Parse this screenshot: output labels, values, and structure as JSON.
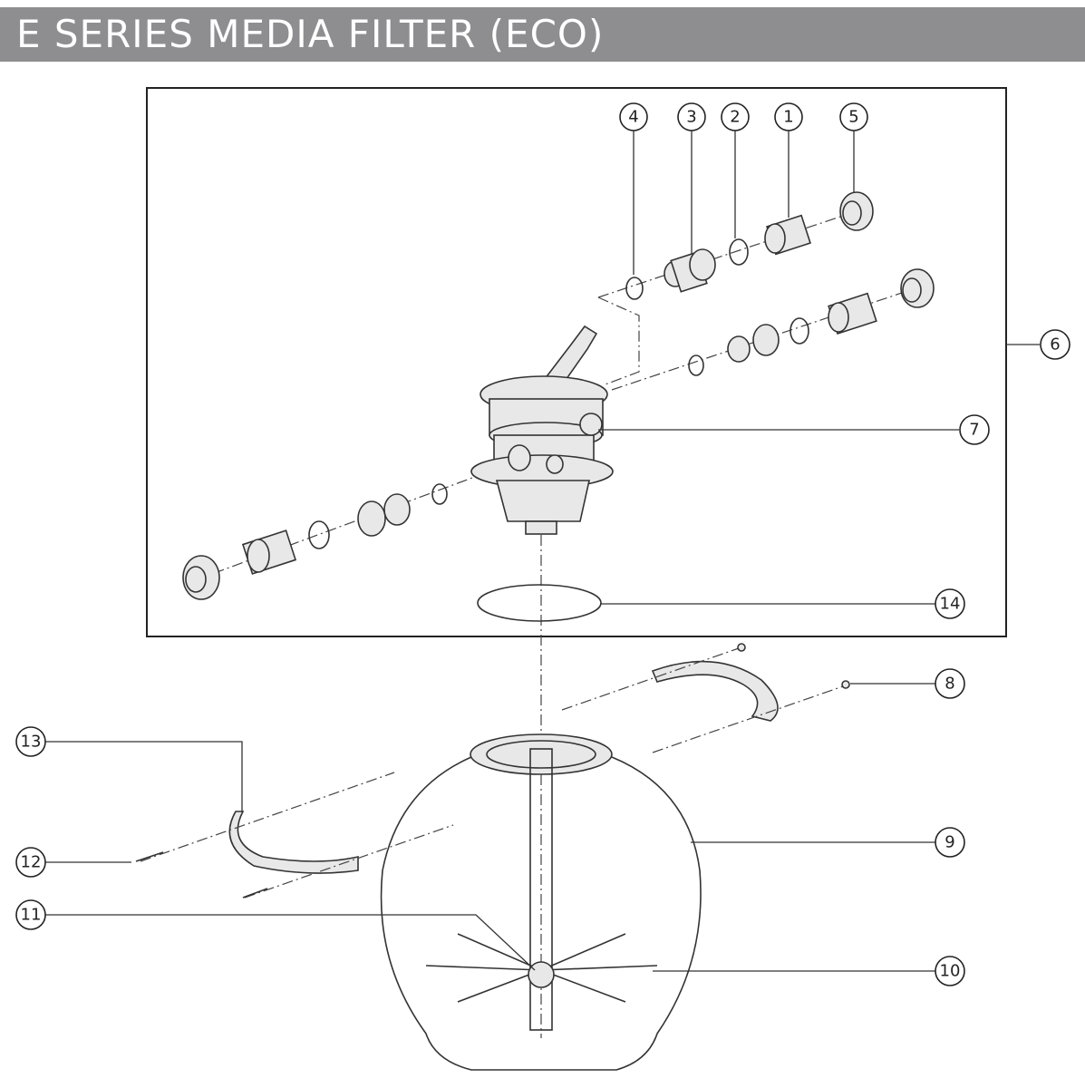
{
  "title": "E SERIES MEDIA FILTER (ECO)",
  "callouts": {
    "c1": "1",
    "c2": "2",
    "c3": "3",
    "c4": "4",
    "c5": "5",
    "c6": "6",
    "c7": "7",
    "c8": "8",
    "c9": "9",
    "c10": "10",
    "c11": "11",
    "c12": "12",
    "c13": "13",
    "c14": "14"
  },
  "colors": {
    "title_bg": "#8e8e90",
    "title_text": "#ffffff",
    "line": "#333333",
    "part_fill": "#e8e8e8"
  }
}
